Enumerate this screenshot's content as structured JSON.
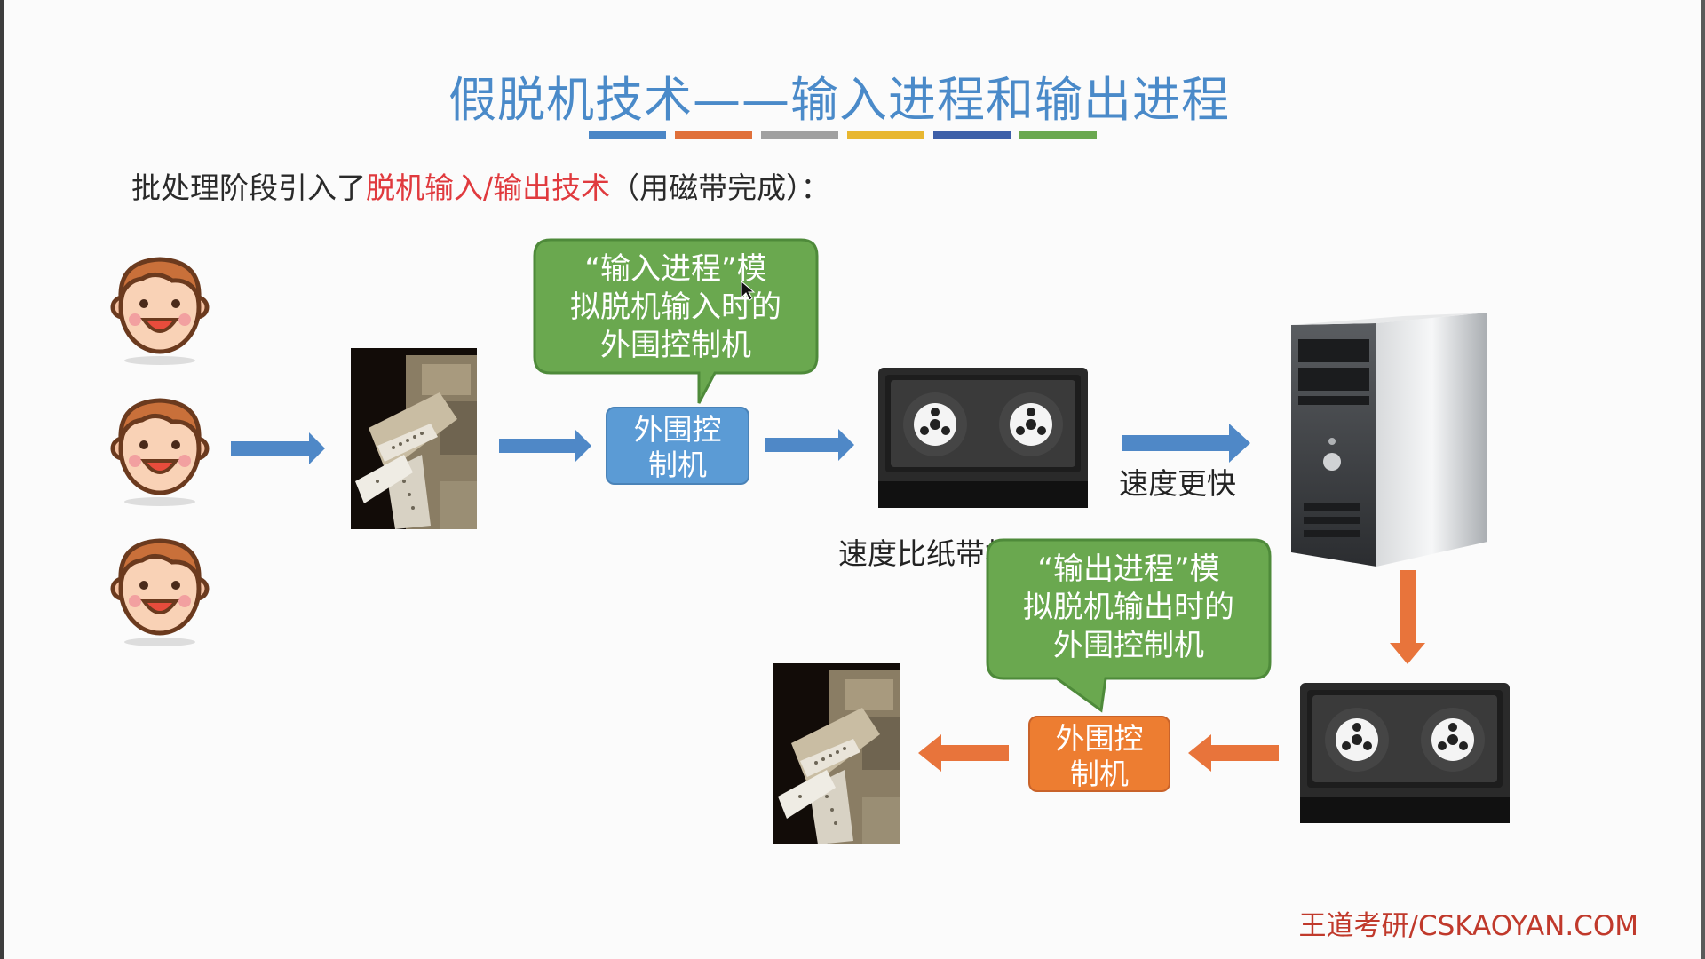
{
  "slide": {
    "title": "假脱机技术——输入进程和输出进程",
    "title_bar_colors": [
      "#4a86c6",
      "#e0703a",
      "#a0a0a0",
      "#e8b730",
      "#3d5fa8",
      "#6aa84f"
    ],
    "intro": {
      "prefix": "批处理阶段引入了",
      "highlight": "脱机输入/输出技术",
      "suffix": "（用磁带完成）："
    },
    "input_callout": [
      "“输入进程”模",
      "拟脱机输入时的",
      "外围控制机"
    ],
    "output_callout": [
      "“输出进程”模",
      "拟脱机输出时的",
      "外围控制机"
    ],
    "input_controller": [
      "外围控",
      "制机"
    ],
    "output_controller": [
      "外围控",
      "制机"
    ],
    "tape_speed_note": "速度比纸带机快很多",
    "faster_label": "速度更快",
    "brand": "王道考研/CSKAOYAN.COM",
    "colors": {
      "title": "#4a8ac9",
      "highlight": "#e03a3e",
      "blue_box": "#5b9bd5",
      "orange_box": "#ed7d31",
      "callout_green": "#6aa84f",
      "blue_arrow": "#4f88c7",
      "orange_arrow": "#e8743b"
    },
    "icons": [
      "user-face-icon",
      "paper-tape-reader-photo",
      "magnetic-tape-drive-icon",
      "computer-tower-icon",
      "paper-tape-punch-photo"
    ]
  }
}
